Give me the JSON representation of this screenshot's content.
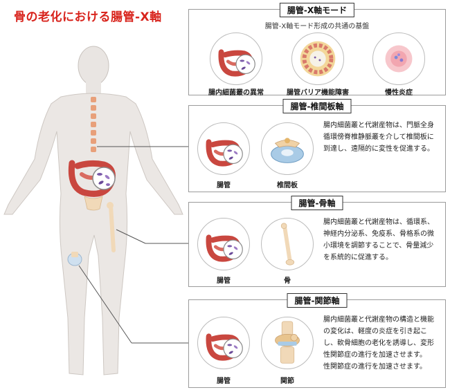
{
  "title": "骨の老化における腸管-X軸",
  "panels": {
    "x_axis": {
      "title": "腸管-X軸モード",
      "subtitle": "腸管-X軸モード形成の共通の基盤",
      "labels": [
        "腸内細菌叢の異常",
        "腸管バリア機能障害",
        "慢性炎症"
      ]
    },
    "spine": {
      "title": "腸管-椎間板軸",
      "labels": [
        "腸管",
        "椎間板"
      ],
      "description_lines": [
        "腸内細菌叢と代謝産物は、門脈全身",
        "循環傍脊椎静脈叢を介して椎間板に",
        "到達し、遠隔的に変性を促進する。"
      ]
    },
    "bone": {
      "title": "腸管-骨軸",
      "labels": [
        "腸管",
        "骨"
      ],
      "description_lines": [
        "腸内細菌叢と代謝産物は、循環系、",
        "神経内分泌系、免疫系、骨格系の微",
        "小環境を調節することで、骨量減少",
        "を系統的に促進する。"
      ]
    },
    "joint": {
      "title": "腸管-関節軸",
      "labels": [
        "腸管",
        "関節"
      ],
      "description_lines": [
        "腸内細菌叢と代謝産物の構造と機能",
        "の変化は、軽度の炎症を引き起こ",
        "し、軟骨細胞の老化を誘導し、変形",
        "性関節症の進行を加速させます。",
        "性関節症の進行を加速させます。"
      ]
    }
  },
  "colors": {
    "title": "#d8231c",
    "intestine": "#c9473f",
    "bacteria": "#7a5aa8",
    "skin": "#e9e5e2"
  }
}
